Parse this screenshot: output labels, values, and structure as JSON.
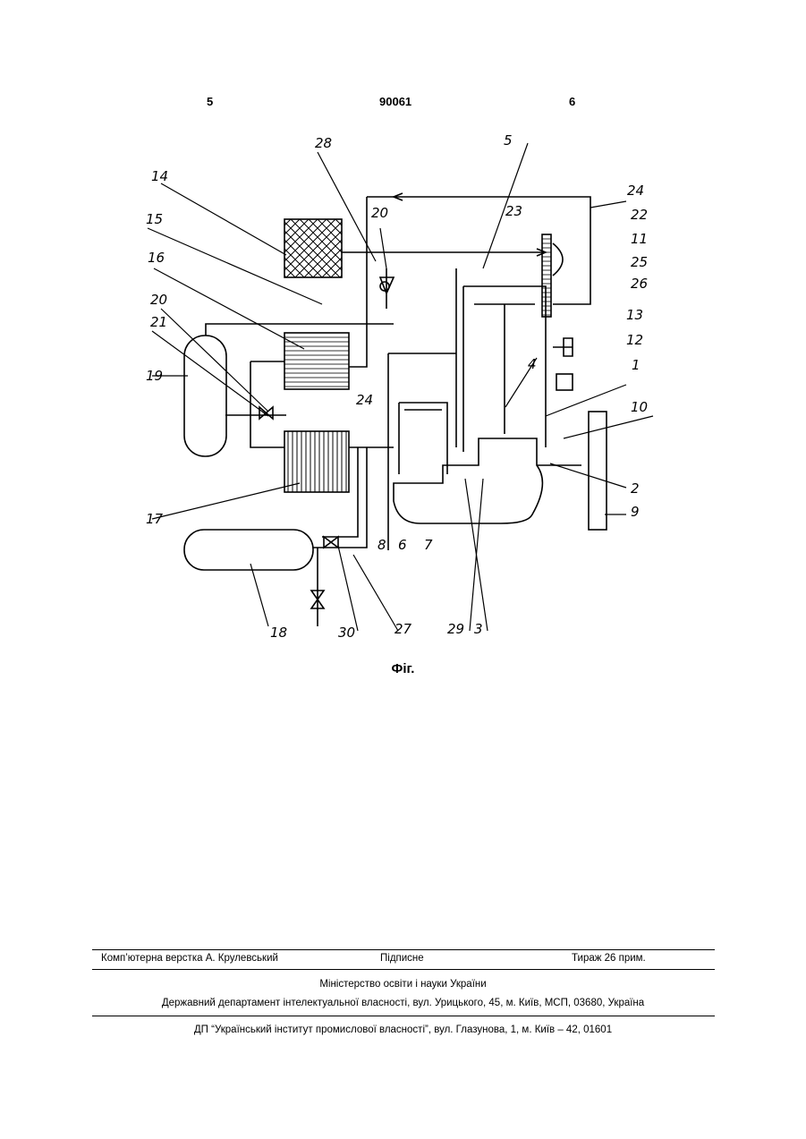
{
  "header": {
    "page_left": "5",
    "patent_number": "90061",
    "page_right": "6"
  },
  "figure": {
    "caption": "Фіг.",
    "labels": [
      "28",
      "5",
      "24",
      "14",
      "20",
      "23",
      "22",
      "15",
      "11",
      "16",
      "25",
      "26",
      "20",
      "21",
      "13",
      "12",
      "19",
      "4",
      "1",
      "24",
      "10",
      "17",
      "2",
      "8",
      "6",
      "7",
      "9",
      "18",
      "30",
      "27",
      "29",
      "3"
    ]
  },
  "footer": {
    "typesetter": "Комп’ютерна верстка А. Крулевський",
    "signed": "Підписне",
    "circulation": "Тираж 26 прим.",
    "ministry": "Міністерство освіти і науки України",
    "department": "Державний департамент інтелектуальної власності, вул. Урицького, 45, м. Київ, МСП, 03680, Україна",
    "institute": "ДП “Український інститут промислової власності”, вул. Глазунова, 1, м. Київ – 42, 01601"
  }
}
